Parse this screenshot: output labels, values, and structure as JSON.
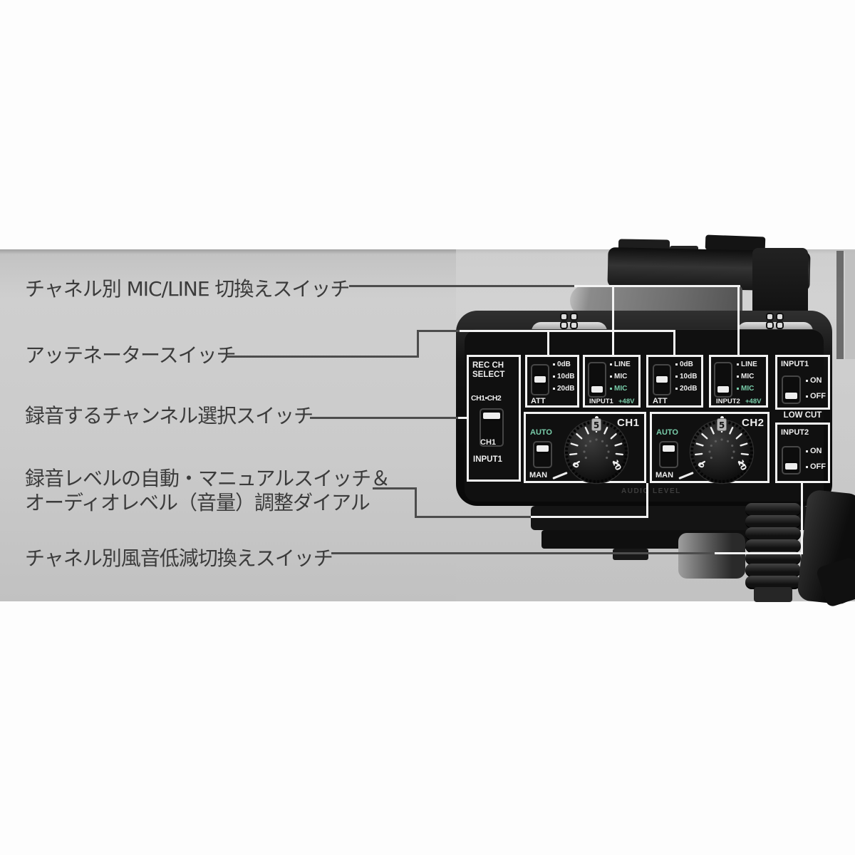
{
  "annotations": {
    "mic_line_switch": "チャネル別 MIC/LINE 切換えスイッチ",
    "attenuator_switch": "アッテネータースイッチ",
    "rec_channel_select_switch": "録音するチャンネル選択スイッチ",
    "audio_level_line1": "録音レベルの自動・マニュアルスイッチ＆",
    "audio_level_line2": "オーディオレベル（音量）調整ダイアル",
    "wind_cut_switch": "チャネル別風音低減切換えスイッチ"
  },
  "panel": {
    "rec_ch": {
      "title1": "REC CH",
      "title2": "SELECT",
      "range": "CH1•CH2",
      "current": "CH1",
      "input": "INPUT1"
    },
    "att": [
      {
        "label": "ATT",
        "options": [
          "0dB",
          "10dB",
          "20dB"
        ]
      },
      {
        "label": "ATT",
        "options": [
          "0dB",
          "10dB",
          "20dB"
        ]
      }
    ],
    "mic_line": [
      {
        "options": [
          "LINE",
          "MIC",
          "MIC"
        ],
        "input": "INPUT1",
        "phantom": "+48V"
      },
      {
        "options": [
          "LINE",
          "MIC",
          "MIC"
        ],
        "input": "INPUT2",
        "phantom": "+48V"
      }
    ],
    "io": [
      {
        "name": "INPUT1",
        "on": "ON",
        "off": "OFF"
      },
      {
        "name": "INPUT2",
        "on": "ON",
        "off": "OFF"
      }
    ],
    "low_cut": "LOW CUT",
    "dials": [
      {
        "channel": "CH1",
        "auto": "AUTO",
        "man": "MAN",
        "scale": [
          "0",
          "5",
          "10"
        ]
      },
      {
        "channel": "CH2",
        "auto": "AUTO",
        "man": "MAN",
        "scale": [
          "0",
          "5",
          "10"
        ]
      }
    ],
    "audio_level": "AUDIO LEVEL"
  },
  "colors": {
    "accent_green": "#79cdaa",
    "panel_white": "#f2f2f2",
    "callout_line": "#4c4c4c"
  }
}
